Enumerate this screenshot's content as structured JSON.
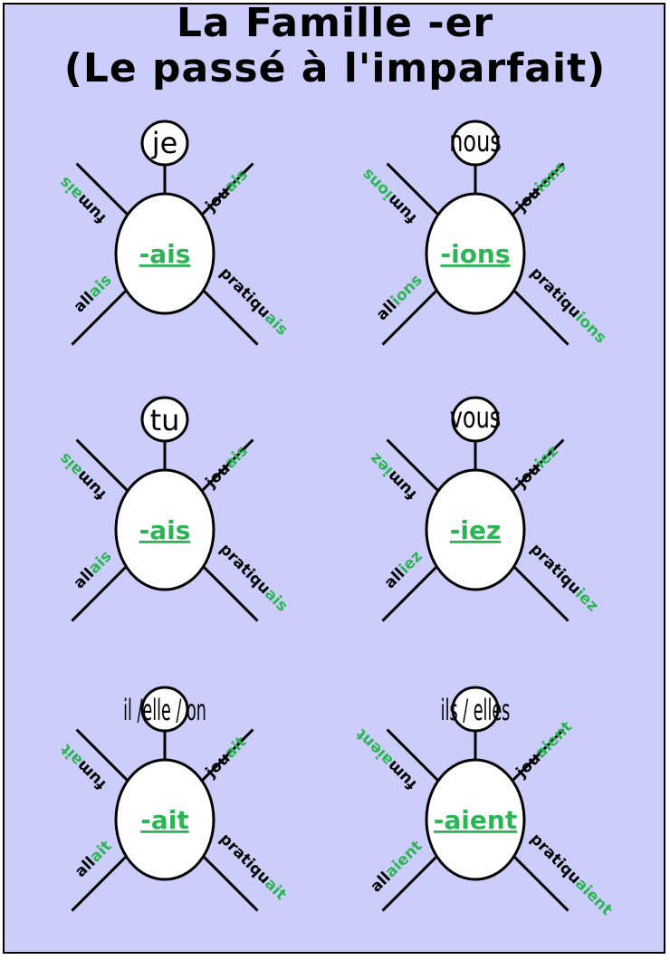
{
  "title": {
    "line1": "La Famille -er",
    "line2": "(Le passé à l'imparfait)"
  },
  "colors": {
    "background": "#cccdfa",
    "ending": "#2db555",
    "text": "#000000"
  },
  "diagrams": [
    {
      "pronoun": "je",
      "ending": "-ais",
      "verbs": {
        "top_left": [
          "fum",
          "ais"
        ],
        "top_right": [
          "jou",
          "ais"
        ],
        "bottom_left": [
          "all",
          "ais"
        ],
        "bottom_right": [
          "pratiqu",
          "ais"
        ]
      }
    },
    {
      "pronoun": "nous",
      "ending": "-ions",
      "verbs": {
        "top_left": [
          "fum",
          "ions"
        ],
        "top_right": [
          "jou",
          "ions"
        ],
        "bottom_left": [
          "all",
          "ions"
        ],
        "bottom_right": [
          "pratiqu",
          "ions"
        ]
      }
    },
    {
      "pronoun": "tu",
      "ending": "-ais",
      "verbs": {
        "top_left": [
          "fum",
          "ais"
        ],
        "top_right": [
          "jou",
          "ais"
        ],
        "bottom_left": [
          "all",
          "ais"
        ],
        "bottom_right": [
          "pratiqu",
          "ais"
        ]
      }
    },
    {
      "pronoun": "vous",
      "ending": "-iez",
      "verbs": {
        "top_left": [
          "fum",
          "iez"
        ],
        "top_right": [
          "jou",
          "iez"
        ],
        "bottom_left": [
          "all",
          "iez"
        ],
        "bottom_right": [
          "pratiqu",
          "iez"
        ]
      }
    },
    {
      "pronoun": "il /elle / on",
      "ending": "-ait",
      "verbs": {
        "top_left": [
          "fum",
          "ait"
        ],
        "top_right": [
          "jou",
          "ait"
        ],
        "bottom_left": [
          "all",
          "ait"
        ],
        "bottom_right": [
          "pratiqu",
          "ait"
        ]
      }
    },
    {
      "pronoun": "ils / elles",
      "ending": "-aient",
      "verbs": {
        "top_left": [
          "fum",
          "aient"
        ],
        "top_right": [
          "jou",
          "aient"
        ],
        "bottom_left": [
          "all",
          "aient"
        ],
        "bottom_right": [
          "pratiqu",
          "aient"
        ]
      }
    }
  ]
}
